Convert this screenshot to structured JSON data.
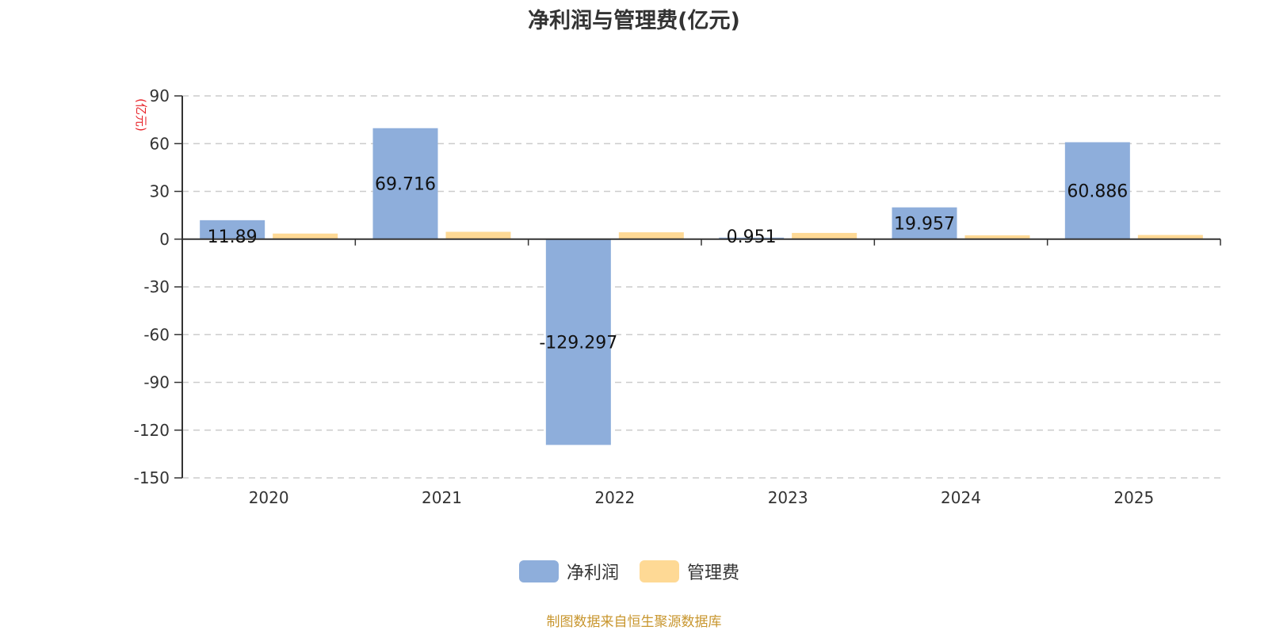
{
  "title": "净利润与管理费(亿元)",
  "source": "制图数据来自恒生聚源数据库",
  "colors": {
    "net_profit": "#8eaedb",
    "admin_expense": "#fed995",
    "unit_label": "#e8262c",
    "axis": "#333333",
    "grid": "#cccccc",
    "source": "#c8962e"
  },
  "chart_data": {
    "type": "bar",
    "title": "净利润与管理费(亿元)",
    "xlabel": "",
    "ylabel": "(亿元)",
    "ylim": [
      -150,
      90
    ],
    "yticks": [
      90,
      60,
      30,
      0,
      -30,
      -60,
      -90,
      -120,
      -150
    ],
    "grid": true,
    "legend_position": "bottom",
    "categories": [
      "2020",
      "2021",
      "2022",
      "2023",
      "2024",
      "2025"
    ],
    "series": [
      {
        "name": "净利润",
        "values": [
          11.89,
          69.716,
          -129.297,
          0.951,
          19.957,
          60.886
        ],
        "labels": [
          "11.89",
          "69.716",
          "-129.297",
          "0.951",
          "19.957",
          "60.886"
        ]
      },
      {
        "name": "管理费",
        "values": [
          3.5,
          4.6,
          4.3,
          3.9,
          2.4,
          2.6
        ]
      }
    ]
  }
}
